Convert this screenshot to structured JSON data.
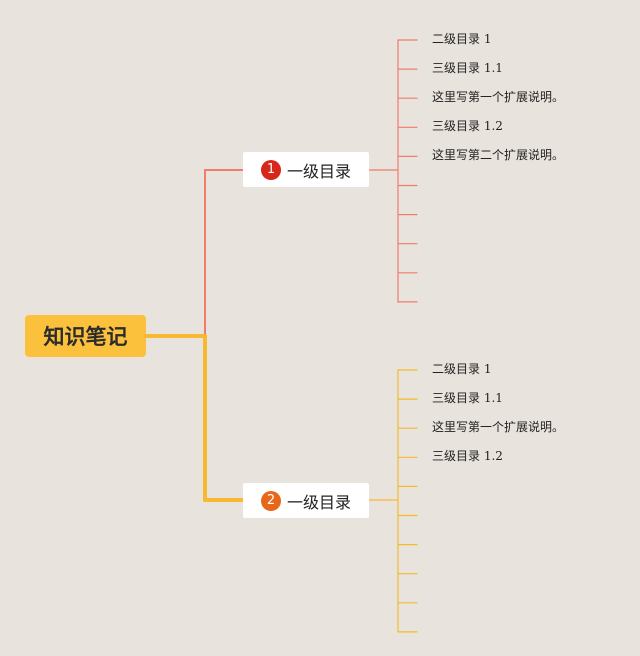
{
  "root": {
    "label": "知识笔记",
    "color": "#fbc13d"
  },
  "branches": [
    {
      "badge": "1",
      "badge_color": "#d8261a",
      "label": "一级目录",
      "line_color": "#f07c6c",
      "leaves": [
        "二级目录 1",
        "三级目录 1.1",
        "这里写第一个扩展说明。",
        "三级目录 1.2",
        "这里写第二个扩展说明。",
        "",
        "",
        "",
        "",
        ""
      ]
    },
    {
      "badge": "2",
      "badge_color": "#e8661a",
      "label": "一级目录",
      "line_color": "#f8b830",
      "leaves": [
        "二级目录 1",
        "三级目录 1.1",
        "这里写第一个扩展说明。",
        "三级目录 1.2",
        "",
        "",
        "",
        "",
        "",
        ""
      ]
    }
  ]
}
